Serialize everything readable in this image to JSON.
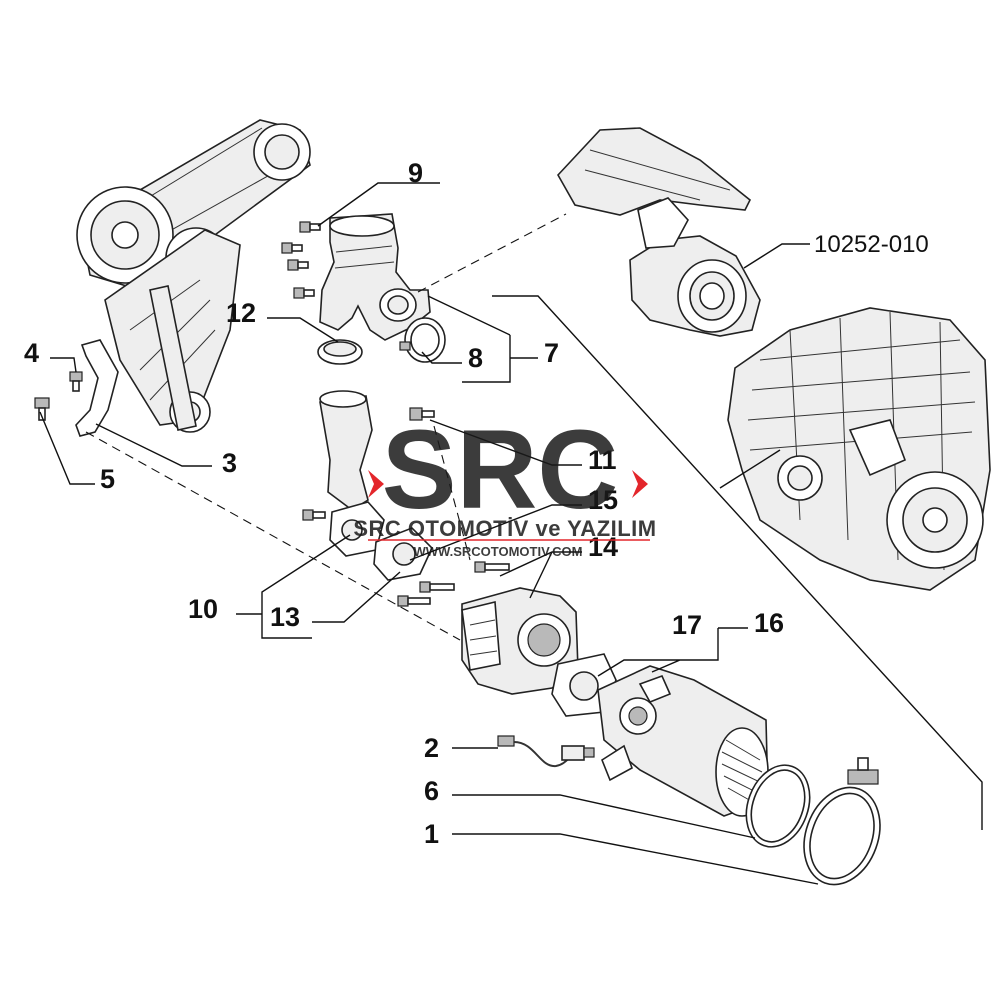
{
  "callouts": [
    {
      "id": "c1",
      "text": "1"
    },
    {
      "id": "c2",
      "text": "2"
    },
    {
      "id": "c3",
      "text": "3"
    },
    {
      "id": "c4",
      "text": "4"
    },
    {
      "id": "c5",
      "text": "5"
    },
    {
      "id": "c6",
      "text": "6"
    },
    {
      "id": "c7",
      "text": "7"
    },
    {
      "id": "c8",
      "text": "8"
    },
    {
      "id": "c9",
      "text": "9"
    },
    {
      "id": "c10",
      "text": "10"
    },
    {
      "id": "c11",
      "text": "11"
    },
    {
      "id": "c12",
      "text": "12"
    },
    {
      "id": "c13",
      "text": "13"
    },
    {
      "id": "c14",
      "text": "14"
    },
    {
      "id": "c15",
      "text": "15"
    },
    {
      "id": "c16",
      "text": "16"
    },
    {
      "id": "c17",
      "text": "17"
    }
  ],
  "reference": "10252-010",
  "watermark": {
    "logo_text": "SRC",
    "company": "SRC OTOMOTİV ve YAZILIM",
    "url": "WWW.SRCOTOMOTIV.COM",
    "accent_color": "#e3262b"
  }
}
